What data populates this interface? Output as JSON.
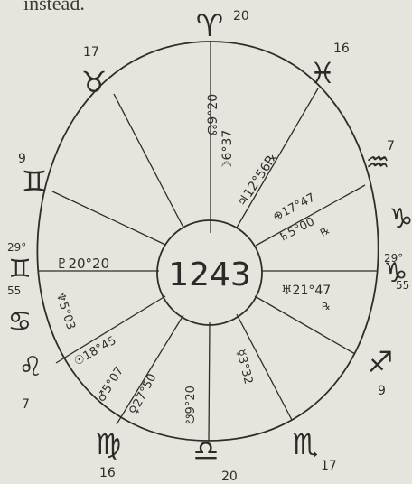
{
  "header": {
    "text": "instead."
  },
  "center": {
    "label": "1243"
  },
  "signs": {
    "aries": "♈",
    "taurus": "♉",
    "gemini": "♊",
    "cancer": "♋",
    "leo": "♌",
    "virgo": "♍",
    "libra": "♎",
    "scorpio": "♏",
    "sagittarius": "♐",
    "capricorn": "♑",
    "aquarius": "♒",
    "pisces": "♓"
  },
  "cusps": {
    "aries_top": "20",
    "pisces": "16",
    "aquarius": "7",
    "capricorn_deg": "29°",
    "capricorn_min": "55",
    "sagittarius": "9",
    "scorpio": "17",
    "libra": "20",
    "virgo": "16",
    "leo": "7",
    "gemini_deg": "29°",
    "gemini_min": "55",
    "gemini_upper": "9",
    "taurus": "17"
  },
  "placements": {
    "node": "☊9°20",
    "moon": "☽6°37",
    "jupiter": "♃12°56℞",
    "pof": "⊕17°47",
    "saturn": "♄5°00",
    "saturn_rx": "℞",
    "uranus": "♅21°47",
    "uranus_rx": "℞",
    "pluto": "♇20°20",
    "neptune": "♆5°03",
    "sun": "☉18°45",
    "mars": "♂5°07",
    "venus": "♀27°50",
    "south_node": "☋9°20",
    "mercury": "☿3°32"
  }
}
